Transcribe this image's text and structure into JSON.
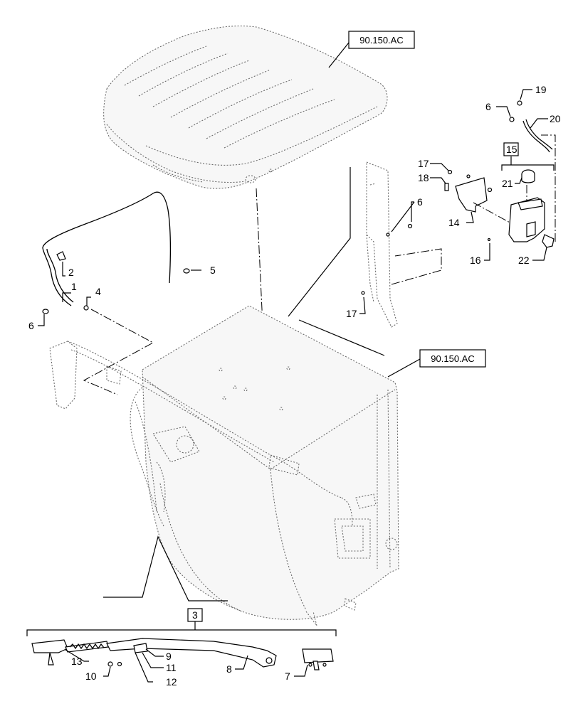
{
  "references": {
    "roof_ref": "90.150.AC",
    "cab_ref": "90.150.AC"
  },
  "callouts": {
    "c1": "1",
    "c2": "2",
    "c3": "3",
    "c4": "4",
    "c5": "5",
    "c6a": "6",
    "c6b": "6",
    "c6c": "6",
    "c7": "7",
    "c8": "8",
    "c9": "9",
    "c10": "10",
    "c11": "11",
    "c12": "12",
    "c13": "13",
    "c14": "14",
    "c15": "15",
    "c16": "16",
    "c17a": "17",
    "c17b": "17",
    "c18": "18",
    "c19": "19",
    "c20": "20",
    "c21": "21",
    "c22": "22"
  }
}
